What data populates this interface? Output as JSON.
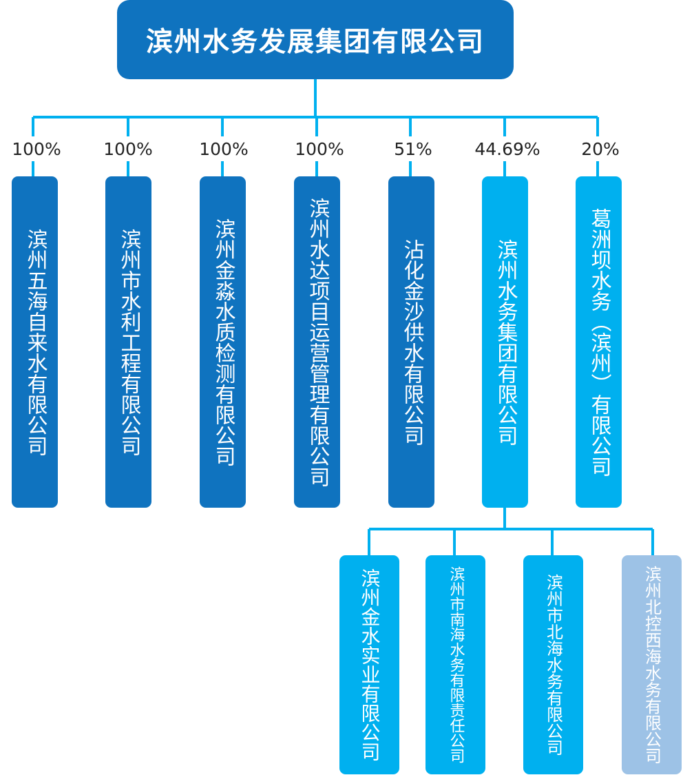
{
  "root": {
    "name": "滨州水务发展集团有限公司"
  },
  "colors": {
    "dark": "#0f73bf",
    "light": "#00b0ef",
    "pale": "#9dc2e6",
    "line": "#00b0ef"
  },
  "subsidiaries": [
    {
      "name": "滨州五海自来水有限公司",
      "share": "100%"
    },
    {
      "name": "滨州市水利工程有限公司",
      "share": "100%"
    },
    {
      "name": "滨州金淼水质检测有限公司",
      "share": "100%"
    },
    {
      "name": "滨州水达项目运营管理有限公司",
      "share": "100%"
    },
    {
      "name": "沾化金沙供水有限公司",
      "share": "51%"
    },
    {
      "name": "滨州水务集团有限公司",
      "share": "44.69%"
    },
    {
      "name": "葛洲坝水务（滨州）有限公司",
      "share": "20%"
    }
  ],
  "second_level": [
    {
      "name": "滨州金水实业有限公司"
    },
    {
      "name": "滨州市南海水务有限责任公司"
    },
    {
      "name": "滨州市北海水务有限公司"
    },
    {
      "name": "滨州北控西海水务有限公司"
    }
  ]
}
